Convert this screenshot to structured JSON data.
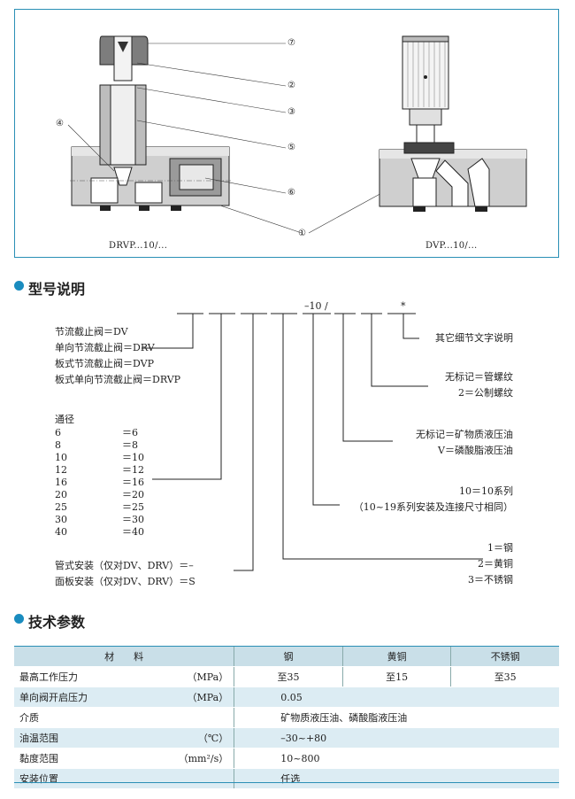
{
  "figure": {
    "caption_left": "DRVP...10/...",
    "caption_right": "DVP...10/...",
    "callouts": [
      "⑦",
      "②",
      "③",
      "⑤",
      "⑥",
      "①",
      "④"
    ]
  },
  "model": {
    "heading": "型号说明",
    "code_segment_1": "–10 /",
    "code_segment_2": "*",
    "types": [
      "节流截止阀＝DV",
      "单向节流截止阀＝DRV",
      "板式节流截止阀＝DVP",
      "板式单向节流截止阀＝DRVP"
    ],
    "bore_title": "通径",
    "bores": [
      {
        "k": "6",
        "v": "＝6"
      },
      {
        "k": "8",
        "v": "＝8"
      },
      {
        "k": "10",
        "v": "＝10"
      },
      {
        "k": "12",
        "v": "＝12"
      },
      {
        "k": "16",
        "v": "＝16"
      },
      {
        "k": "20",
        "v": "＝20"
      },
      {
        "k": "25",
        "v": "＝25"
      },
      {
        "k": "30",
        "v": "＝30"
      },
      {
        "k": "40",
        "v": "＝40"
      }
    ],
    "mount_pipe": "管式安装（仅对DV、DRV）＝–",
    "mount_panel": "面板安装（仅对DV、DRV）＝S",
    "right_labels": {
      "other": "其它细节文字说明",
      "thread_none": "无标记＝管螺纹",
      "thread_2": "2＝公制螺纹",
      "fluid_none": "无标记＝矿物质液压油",
      "fluid_v": "V＝磷酸脂液压油",
      "series": "10＝10系列",
      "series_note": "（10~19系列安装及连接尺寸相同）",
      "mat_1": "1＝钢",
      "mat_2": "2＝黄铜",
      "mat_3": "3＝不锈钢"
    }
  },
  "tech": {
    "heading": "技术参数",
    "header": {
      "label": "材　　料",
      "col_steel": "钢",
      "col_brass": "黄铜",
      "col_ss": "不锈钢"
    },
    "rows": [
      {
        "name": "最高工作压力",
        "unit": "（MPa）",
        "v1": "至35",
        "v2": "至15",
        "v3": "至35"
      },
      {
        "name": "单向阀开启压力",
        "unit": "（MPa）",
        "value": "0.05"
      },
      {
        "name": "介质",
        "unit": "",
        "value": "矿物质液压油、磷酸脂液压油"
      },
      {
        "name": "油温范围",
        "unit": "（℃）",
        "value": "–30~+80"
      },
      {
        "name": "黏度范围",
        "unit": "（mm²/s）",
        "value": "10~800"
      },
      {
        "name": "安装位置",
        "unit": "",
        "value": "任选"
      }
    ]
  },
  "colors": {
    "accent": "#1a8cbf",
    "table_shade": "#dcecf3",
    "table_header": "#c9dfe8",
    "body_gray": "#c8c8c8"
  }
}
